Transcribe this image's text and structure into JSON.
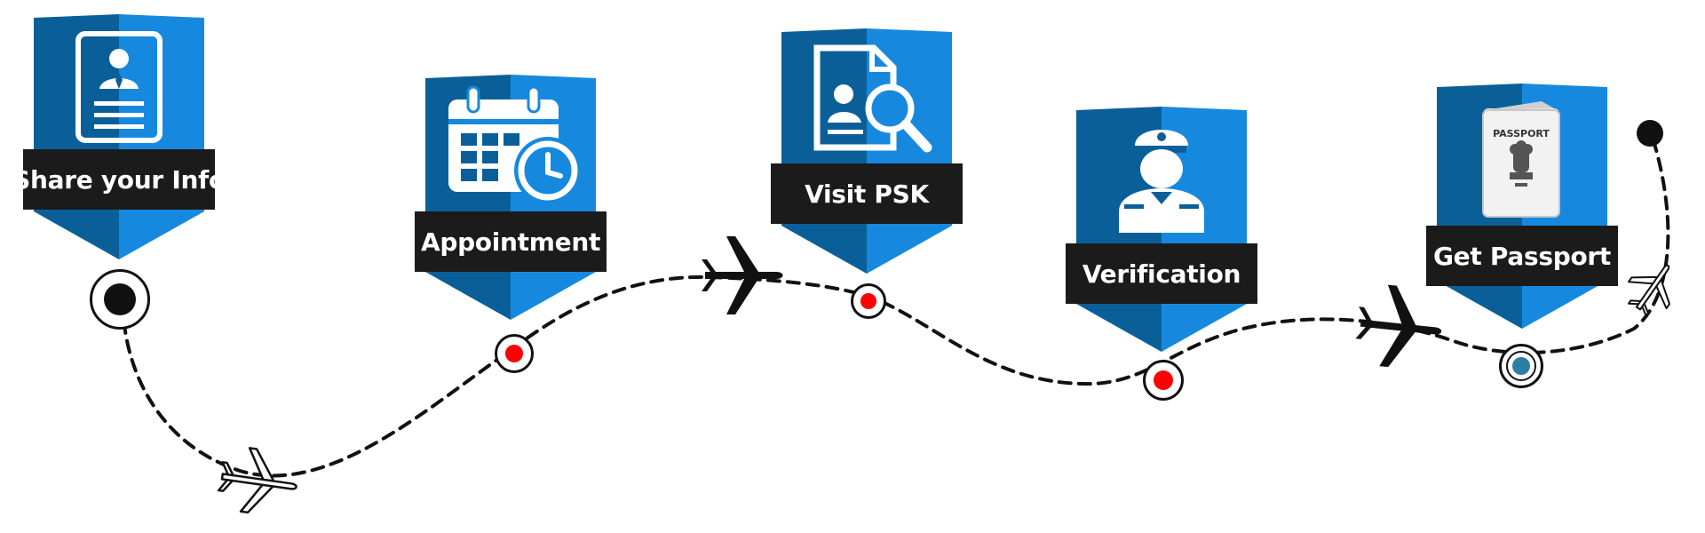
{
  "steps": [
    {
      "id": "share-info",
      "label": "Share your Info",
      "icon": "id-card-icon",
      "marker": "black"
    },
    {
      "id": "appointment",
      "label": "Appointment",
      "icon": "calendar-clock-icon",
      "marker": "red"
    },
    {
      "id": "visit-psk",
      "label": "Visit PSK",
      "icon": "document-search-icon",
      "marker": "red"
    },
    {
      "id": "verification",
      "label": "Verification",
      "icon": "police-officer-icon",
      "marker": "red"
    },
    {
      "id": "get-passport",
      "label": "Get Passport",
      "icon": "passport-icon",
      "marker": "teal"
    }
  ],
  "passport_text": "PASSPORT",
  "colors": {
    "badge_light": "#1689df",
    "badge_dark": "#0b5f99",
    "label_bar": "#1b1b1b",
    "marker_red": "#ff0000",
    "marker_black": "#111111",
    "marker_teal": "#2a7fa5",
    "route": "#111111"
  }
}
